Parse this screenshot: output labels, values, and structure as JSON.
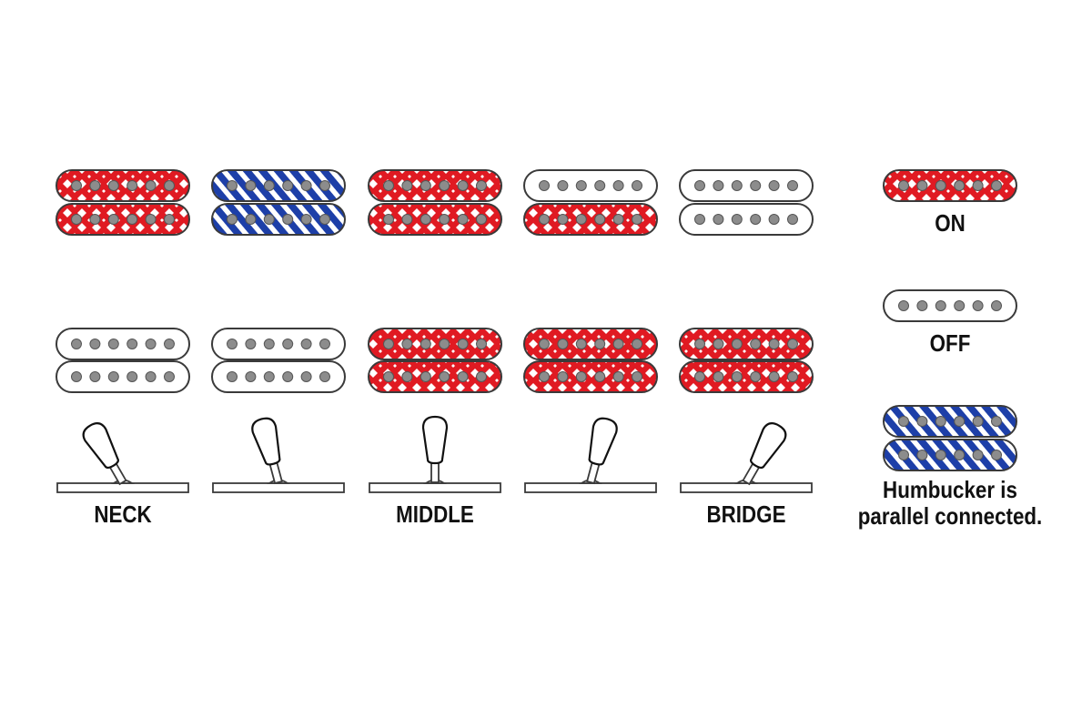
{
  "colors": {
    "on_fill": "#e01a22",
    "parallel_fill": "#1d3fa8",
    "off_fill": "#ffffff",
    "outline": "#3a3a3a",
    "pole": "#8c8c8c",
    "switch_fill": "#ffffff"
  },
  "positions": [
    {
      "id": "pos1",
      "label": "NECK",
      "switch_angle": -30,
      "top": [
        "on",
        "on"
      ],
      "bottom": [
        "off",
        "off"
      ]
    },
    {
      "id": "pos2",
      "label": "",
      "switch_angle": -15,
      "top": [
        "parallel",
        "parallel"
      ],
      "bottom": [
        "off",
        "off"
      ]
    },
    {
      "id": "pos3",
      "label": "MIDDLE",
      "switch_angle": 0,
      "top": [
        "on",
        "on"
      ],
      "bottom": [
        "on",
        "on"
      ]
    },
    {
      "id": "pos4",
      "label": "",
      "switch_angle": 15,
      "top": [
        "off",
        "on"
      ],
      "bottom": [
        "on",
        "on"
      ]
    },
    {
      "id": "pos5",
      "label": "BRIDGE",
      "switch_angle": 30,
      "top": [
        "off",
        "off"
      ],
      "bottom": [
        "on",
        "on"
      ]
    }
  ],
  "legend": {
    "on_label": "ON",
    "off_label": "OFF",
    "parallel_label_line1": "Humbucker is",
    "parallel_label_line2": "parallel connected."
  }
}
